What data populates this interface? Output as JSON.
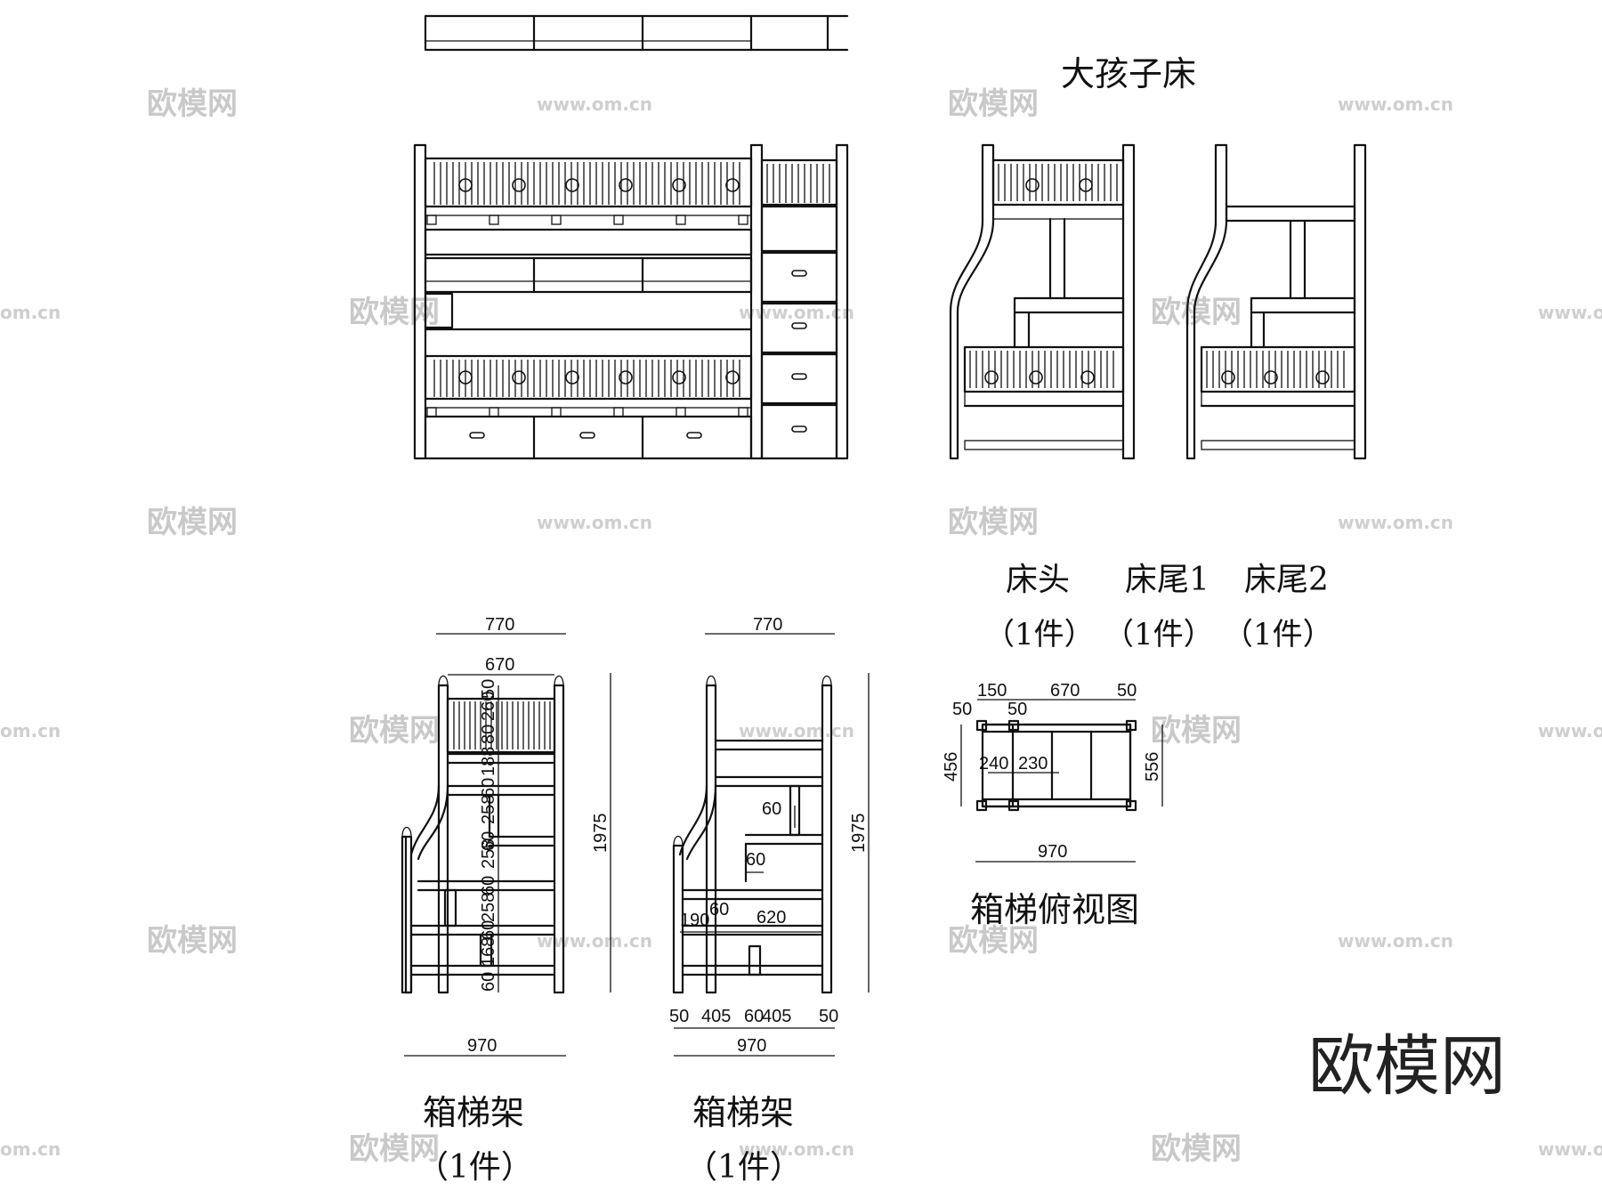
{
  "titles": {
    "main": "大孩子床",
    "head": "床头",
    "foot1": "床尾1",
    "foot2": "床尾2",
    "qty1": "（1件）",
    "qty2": "（1件）",
    "qty3": "（1件）",
    "topview": "箱梯俯视图",
    "ladder1": "箱梯架",
    "ladder1_qty": "（1件）",
    "ladder2": "箱梯架",
    "ladder2_qty": "（1件）"
  },
  "ladder1_dims": {
    "top_width": "770",
    "inner_width": "670",
    "bottom_width": "970",
    "height": "1975",
    "vertical_chain": [
      "50",
      "260",
      "80",
      "188",
      "60",
      "258",
      "60",
      "258",
      "60",
      "258",
      "60",
      "168",
      "60"
    ]
  },
  "ladder2_dims": {
    "top_width": "770",
    "bottom_width": "970",
    "height": "1975",
    "step_60a": "60",
    "step_60b": "60",
    "step_60c": "60",
    "step_190": "190",
    "step_620": "620",
    "bottom_chain": [
      "50",
      "405",
      "60",
      "405",
      "50"
    ]
  },
  "topview_dims": {
    "top_chain": [
      "150",
      "670",
      "50"
    ],
    "left_50": "50",
    "inner_50": "50",
    "inner_240": "240",
    "inner_230": "230",
    "left_height": "456",
    "right_height": "556",
    "bottom_width": "970"
  },
  "watermark": {
    "brand": "欧模网",
    "url": "www.om.cn",
    "edge": "om.cn"
  },
  "brand_logo_text": "欧模网"
}
